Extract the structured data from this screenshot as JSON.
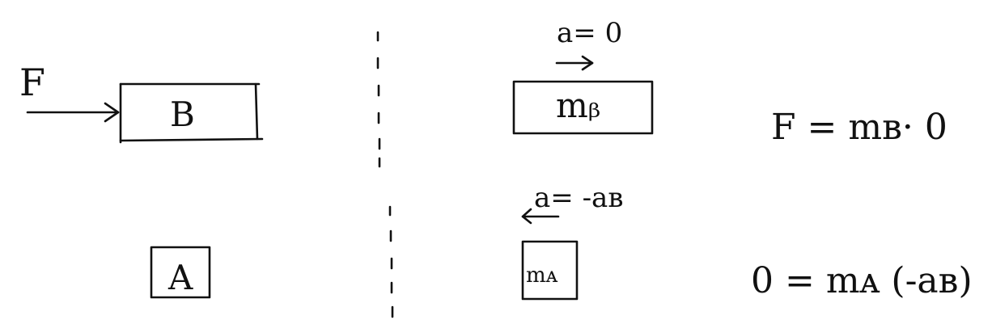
{
  "left_panel": {
    "force_label": "F",
    "block_b_label": "B",
    "block_a_label": "A"
  },
  "right_panel": {
    "accel_b": "a= 0",
    "mass_b": "mᵦ",
    "accel_a": "a= -aʙ",
    "mass_a": "mᴀ"
  },
  "equations": {
    "eq_b": "F = mʙ· 0",
    "eq_a": "0 = mᴀ (-aʙ)"
  }
}
